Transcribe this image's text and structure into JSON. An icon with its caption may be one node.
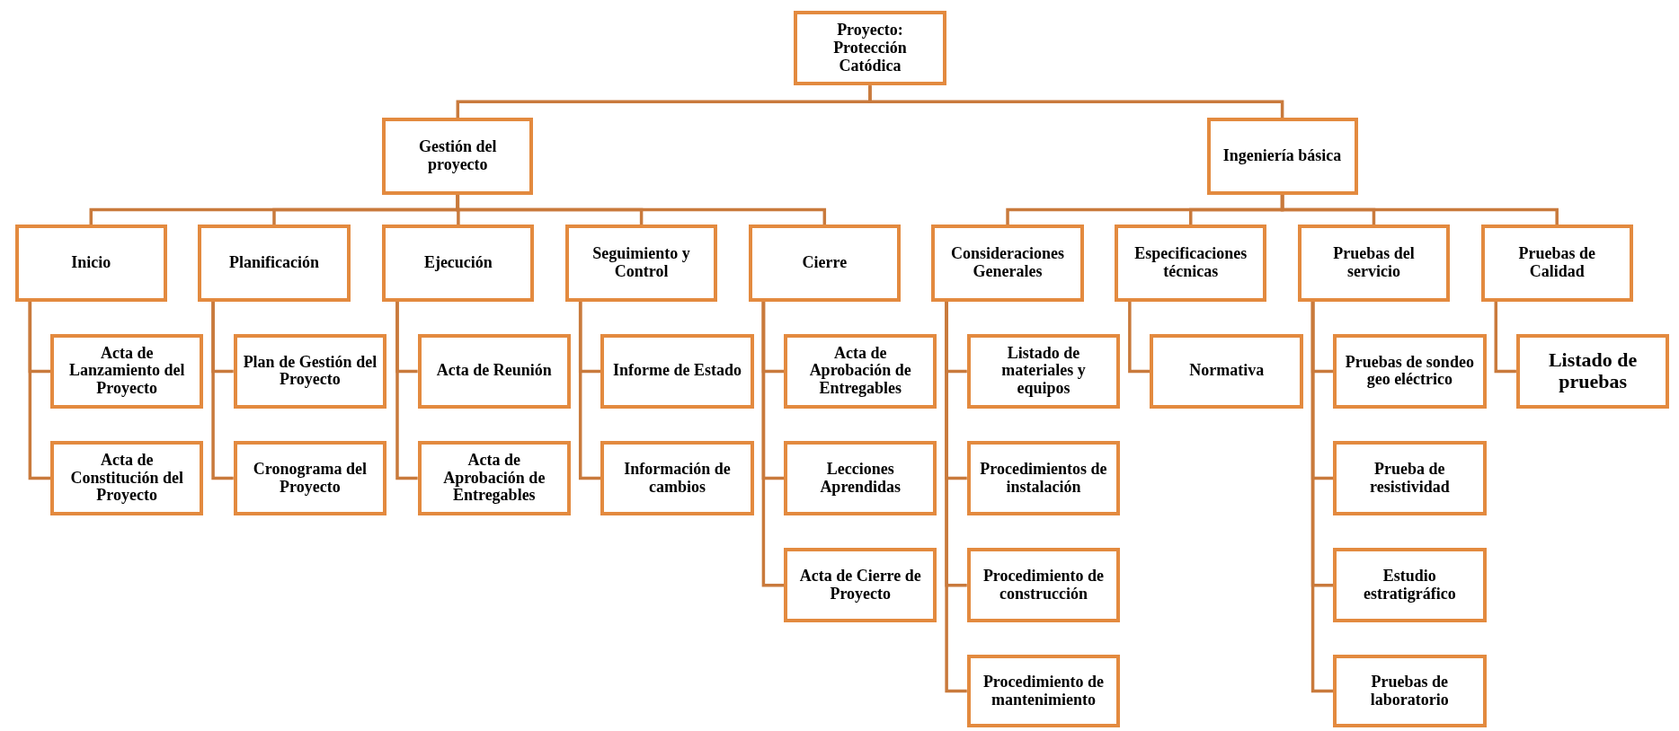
{
  "diagram": {
    "nodes": [
      {
        "text": [
          "Proyecto: Protección Catódica"
        ]
      },
      {
        "text": [
          "Gestión del proyecto"
        ]
      },
      {
        "text": [
          "Ingeniería básica"
        ]
      },
      {
        "text": [
          "Inicio"
        ]
      },
      {
        "text": [
          "Planificación"
        ]
      },
      {
        "text": [
          "Ejecución"
        ]
      },
      {
        "text": [
          "Seguimiento y Control"
        ]
      },
      {
        "text": [
          "Cierre"
        ]
      },
      {
        "text": [
          "Consideraciones Generales"
        ]
      },
      {
        "text": [
          "Especificaciones técnicas"
        ]
      },
      {
        "text": [
          "Pruebas del servicio"
        ]
      },
      {
        "text": [
          "Pruebas de Calidad"
        ]
      },
      {
        "text": [
          "Acta de Lanzamiento del Proyecto"
        ]
      },
      {
        "text": [
          "Acta de Constitución del Proyecto"
        ]
      },
      {
        "text": [
          "Plan de Gestión del Proyecto"
        ]
      },
      {
        "text": [
          "Cronograma del Proyecto"
        ]
      },
      {
        "text": [
          "Acta de Reunión"
        ]
      },
      {
        "text": [
          "Acta de Aprobación de Entregables"
        ]
      },
      {
        "text": [
          "Informe de Estado"
        ]
      },
      {
        "text": [
          "Información de cambios"
        ]
      },
      {
        "text": [
          "Acta de Aprobación de Entregables"
        ]
      },
      {
        "text": [
          "Lecciones Aprendidas"
        ]
      },
      {
        "text": [
          "Acta de Cierre de Proyecto"
        ]
      },
      {
        "text": [
          "Listado de materiales y equipos"
        ]
      },
      {
        "text": [
          "Procedimientos de instalación"
        ]
      },
      {
        "text": [
          "Procedimiento de construcción"
        ]
      },
      {
        "text": [
          "Procedimiento de mantenimiento"
        ]
      },
      {
        "text": [
          "Normativa"
        ]
      },
      {
        "text": [
          "Pruebas de sondeo geo eléctrico"
        ]
      },
      {
        "text": [
          "Prueba de resistividad"
        ]
      },
      {
        "text": [
          "Estudio estratigráfico"
        ]
      },
      {
        "text": [
          "Pruebas de laboratorio"
        ]
      },
      {
        "text": [
          "Listado de pruebas"
        ]
      }
    ],
    "edges": [
      {
        "from": 0,
        "to": 1,
        "arrow": "none"
      },
      {
        "from": 0,
        "to": 2,
        "arrow": "none"
      },
      {
        "from": 1,
        "to": 3,
        "arrow": "none"
      },
      {
        "from": 1,
        "to": 4,
        "arrow": "none"
      },
      {
        "from": 1,
        "to": 5,
        "arrow": "none"
      },
      {
        "from": 1,
        "to": 6,
        "arrow": "none"
      },
      {
        "from": 1,
        "to": 7,
        "arrow": "none"
      },
      {
        "from": 2,
        "to": 8,
        "arrow": "none"
      },
      {
        "from": 2,
        "to": 9,
        "arrow": "none"
      },
      {
        "from": 2,
        "to": 10,
        "arrow": "none"
      },
      {
        "from": 2,
        "to": 11,
        "arrow": "none"
      },
      {
        "from": 3,
        "to": 12,
        "arrow": "none"
      },
      {
        "from": 3,
        "to": 13,
        "arrow": "none"
      },
      {
        "from": 4,
        "to": 14,
        "arrow": "none"
      },
      {
        "from": 4,
        "to": 15,
        "arrow": "none"
      },
      {
        "from": 5,
        "to": 16,
        "arrow": "none"
      },
      {
        "from": 5,
        "to": 17,
        "arrow": "none"
      },
      {
        "from": 6,
        "to": 18,
        "arrow": "none"
      },
      {
        "from": 6,
        "to": 19,
        "arrow": "none"
      },
      {
        "from": 7,
        "to": 20,
        "arrow": "none"
      },
      {
        "from": 7,
        "to": 21,
        "arrow": "none"
      },
      {
        "from": 7,
        "to": 22,
        "arrow": "none"
      },
      {
        "from": 8,
        "to": 23,
        "arrow": "none"
      },
      {
        "from": 8,
        "to": 24,
        "arrow": "none"
      },
      {
        "from": 8,
        "to": 25,
        "arrow": "none"
      },
      {
        "from": 8,
        "to": 26,
        "arrow": "none"
      },
      {
        "from": 9,
        "to": 27,
        "arrow": "none"
      },
      {
        "from": 10,
        "to": 28,
        "arrow": "none"
      },
      {
        "from": 10,
        "to": 29,
        "arrow": "none"
      },
      {
        "from": 10,
        "to": 30,
        "arrow": "none"
      },
      {
        "from": 10,
        "to": 31,
        "arrow": "none"
      },
      {
        "from": 11,
        "to": 32,
        "arrow": "none"
      }
    ]
  }
}
